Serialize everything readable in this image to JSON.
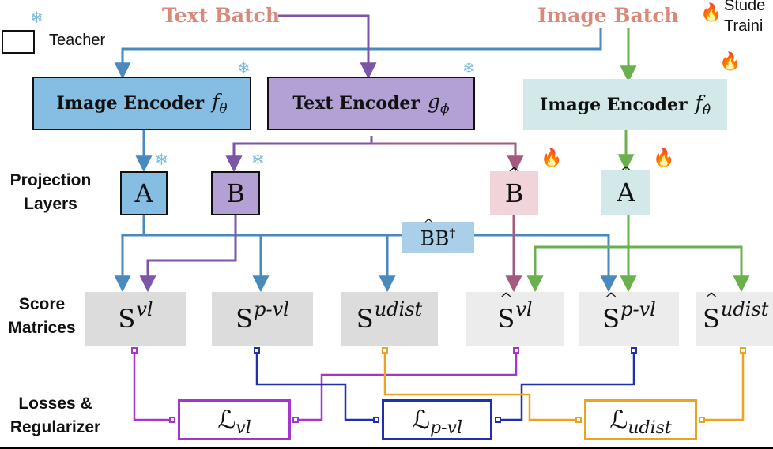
{
  "inputs": {
    "text_batch": "Text Batch",
    "image_batch": "Image Batch"
  },
  "legend": {
    "teacher": "Teacher",
    "student_partial": "Stude",
    "training_partial": "Traini"
  },
  "row_labels": {
    "projection": [
      "Projection",
      "Layers"
    ],
    "score": [
      "Score",
      "Matrices"
    ],
    "losses": [
      "Losses &",
      "Regularizer"
    ]
  },
  "encoders": {
    "teacher_image": {
      "label": "Image Encoder",
      "math": "f",
      "sub": "θ"
    },
    "teacher_text": {
      "label": "Text Encoder",
      "math": "g",
      "sub": "ϕ"
    },
    "student_image": {
      "label": "Image Encoder",
      "math": "f",
      "sub": "θ̂"
    }
  },
  "projections": {
    "a": "A",
    "b": "B",
    "b_hat": "B",
    "a_hat": "A",
    "bb_dagger": "BB",
    "dagger": "†"
  },
  "scores": [
    {
      "base": "S",
      "sup": "vl",
      "hat": false
    },
    {
      "base": "S",
      "sup": "p-vl",
      "hat": false
    },
    {
      "base": "S",
      "sup": "udist",
      "hat": false
    },
    {
      "base": "S",
      "sup": "vl",
      "hat": true
    },
    {
      "base": "S",
      "sup": "p-vl",
      "hat": true
    },
    {
      "base": "S",
      "sup": "udist",
      "hat": true
    }
  ],
  "losses": [
    {
      "base": "ℒ",
      "sub": "vl"
    },
    {
      "base": "ℒ",
      "sub": "p-vl"
    },
    {
      "base": "ℒ",
      "sub": "udist"
    }
  ],
  "icons": {
    "snowflake": "snowflake-icon",
    "flame": "flame-icon",
    "hat": "hat-accent"
  },
  "colors": {
    "text_batch": "#d9897a",
    "image_batch": "#d9897a",
    "teacher_image_enc": "#86bde3",
    "teacher_text_enc": "#b3a1d6",
    "student_image_enc": "#d3e8e8",
    "b_hat": "#f1d3da",
    "blue_line": "#4a89bd",
    "purple_line": "#7a55a8",
    "mauve_line": "#a35a7e",
    "green_line": "#6ab04c",
    "loss_vl": "#a436cc",
    "loss_pvl": "#1f2fb0",
    "loss_udist": "#eca321"
  }
}
